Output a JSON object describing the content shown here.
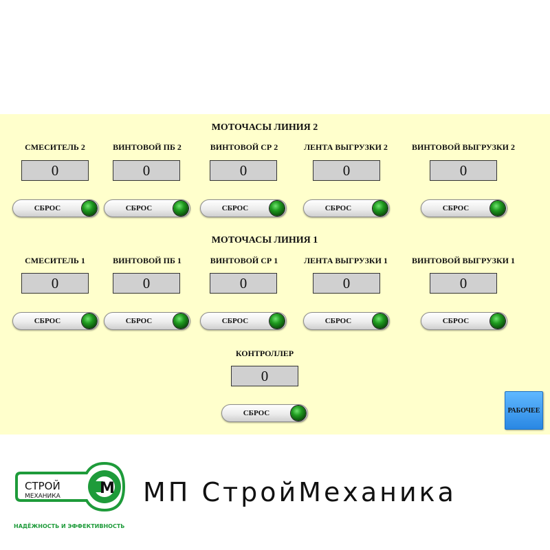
{
  "line2": {
    "title": "МОТОЧАСЫ  ЛИНИЯ 2",
    "units": [
      {
        "label": "СМЕСИТЕЛЬ 2",
        "value": "0",
        "reset_label": "СБРОС"
      },
      {
        "label": "ВИНТОВОЙ ПБ 2",
        "value": "0",
        "reset_label": "СБРОС"
      },
      {
        "label": "ВИНТОВОЙ СР 2",
        "value": "0",
        "reset_label": "СБРОС"
      },
      {
        "label": "ЛЕНТА ВЫГРУЗКИ 2",
        "value": "0",
        "reset_label": "СБРОС"
      },
      {
        "label": "ВИНТОВОЙ ВЫГРУЗКИ 2",
        "value": "0",
        "reset_label": "СБРОС"
      }
    ]
  },
  "line1": {
    "title": "МОТОЧАСЫ  ЛИНИЯ 1",
    "units": [
      {
        "label": "СМЕСИТЕЛЬ 1",
        "value": "0",
        "reset_label": "СБРОС"
      },
      {
        "label": "ВИНТОВОЙ ПБ 1",
        "value": "0",
        "reset_label": "СБРОС"
      },
      {
        "label": "ВИНТОВОЙ СР 1",
        "value": "0",
        "reset_label": "СБРОС"
      },
      {
        "label": "ЛЕНТА ВЫГРУЗКИ 1",
        "value": "0",
        "reset_label": "СБРОС"
      },
      {
        "label": "ВИНТОВОЙ ВЫГРУЗКИ 1",
        "value": "0",
        "reset_label": "СБРОС"
      }
    ]
  },
  "controller": {
    "label": "КОНТРОЛЛЕР",
    "value": "0",
    "reset_label": "СБРОС"
  },
  "work_button": {
    "label": "РАБОЧЕЕ"
  },
  "footer": {
    "company_name": "МП СтройМеханика",
    "logo_line1": "СТРОЙ",
    "logo_line2": "МЕХАНИКА",
    "logo_letter": "М",
    "logo_slogan": "НАДЁЖНОСТЬ И ЭФФЕКТИВНОСТЬ"
  },
  "colors": {
    "panel_bg": "#ffffcc",
    "lamp_on": "#1f9a1f",
    "work_button": "#3a95ee",
    "logo_green": "#1e9b3a"
  }
}
